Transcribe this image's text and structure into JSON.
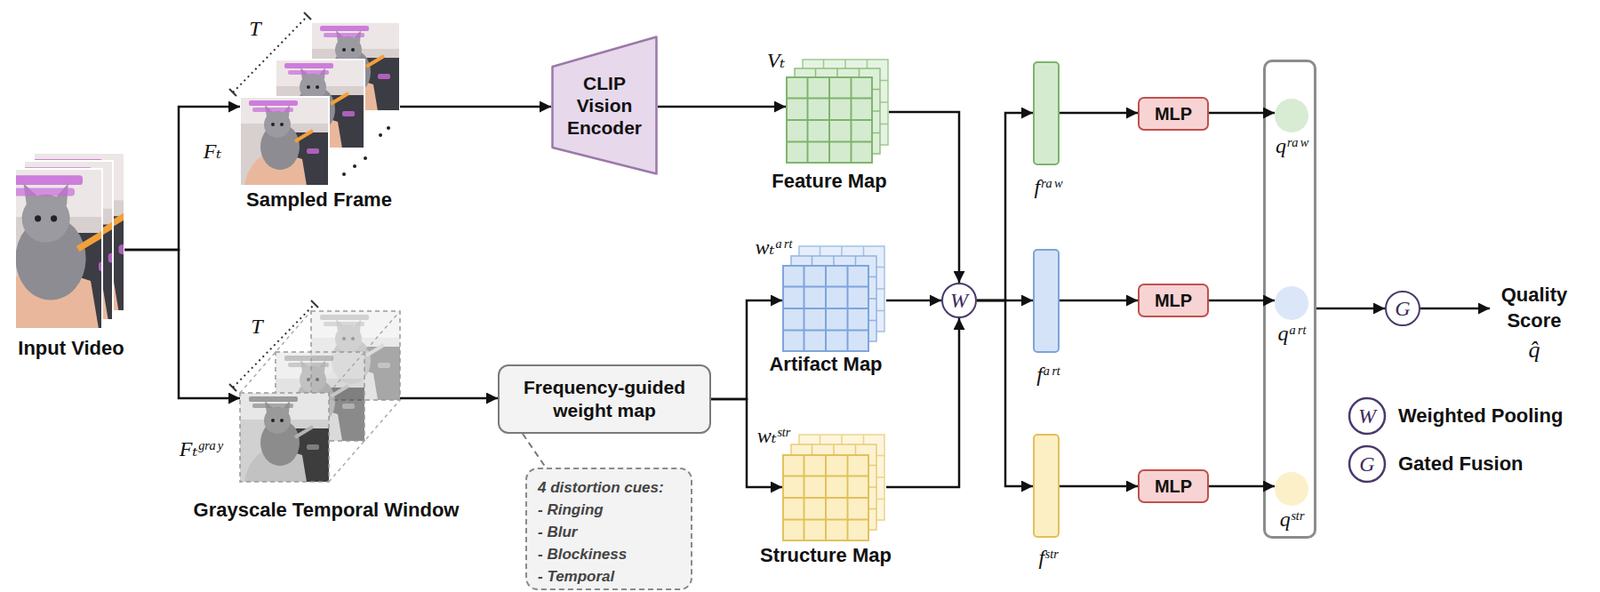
{
  "diagram": {
    "nodes": [
      {
        "text": [
          "Input Video"
        ]
      },
      {
        "text": [
          "Sampled Frame"
        ]
      },
      {
        "text": [
          "CLIP Vision Encoder"
        ]
      },
      {
        "text": [
          "Feature Map"
        ]
      },
      {
        "text": [
          "Grayscale Temporal Window"
        ]
      },
      {
        "text": [
          "Frequency-guided weight map"
        ]
      },
      {
        "text": [
          "4 distortion cues:",
          "- Ringing",
          "- Blur",
          "- Blockiness",
          "- Temporal"
        ]
      },
      {
        "text": [
          "Artifact Map"
        ]
      },
      {
        "text": [
          "Structure Map"
        ]
      },
      {
        "text": [
          "W"
        ]
      },
      {
        "text": [
          "fʳᵃʷ"
        ]
      },
      {
        "text": [
          "fᵃʳᵗ"
        ]
      },
      {
        "text": [
          "fˢᵗʳ"
        ]
      },
      {
        "text": [
          "MLP"
        ]
      },
      {
        "text": [
          "MLP"
        ]
      },
      {
        "text": [
          "MLP"
        ]
      },
      {
        "text": []
      },
      {
        "text": [
          "qʳᵃʷ"
        ],
        "in": 16
      },
      {
        "text": [
          "qᵃʳᵗ"
        ],
        "in": 16
      },
      {
        "text": [
          "qˢᵗʳ"
        ],
        "in": 16
      },
      {
        "text": [
          "G"
        ]
      },
      {
        "text": [
          "Quality Score",
          "q̂"
        ]
      }
    ],
    "edges": [
      {
        "from": 0,
        "to": 1,
        "arrow": "to"
      },
      {
        "from": 0,
        "to": 4,
        "arrow": "to"
      },
      {
        "from": 1,
        "to": 2,
        "arrow": "to"
      },
      {
        "from": 2,
        "to": 3,
        "arrow": "to"
      },
      {
        "from": 4,
        "to": 5,
        "arrow": "to"
      },
      {
        "from": 5,
        "to": 6,
        "arrow": "none"
      },
      {
        "from": 5,
        "to": 7,
        "arrow": "to"
      },
      {
        "from": 5,
        "to": 8,
        "arrow": "to"
      },
      {
        "from": 3,
        "to": 9,
        "arrow": "to"
      },
      {
        "from": 7,
        "to": 9,
        "arrow": "to"
      },
      {
        "from": 8,
        "to": 9,
        "arrow": "to"
      },
      {
        "from": 9,
        "to": 10,
        "arrow": "to"
      },
      {
        "from": 9,
        "to": 11,
        "arrow": "to"
      },
      {
        "from": 9,
        "to": 12,
        "arrow": "to"
      },
      {
        "from": 10,
        "to": 13,
        "arrow": "to"
      },
      {
        "from": 11,
        "to": 14,
        "arrow": "to"
      },
      {
        "from": 12,
        "to": 15,
        "arrow": "to"
      },
      {
        "from": 13,
        "to": 17,
        "arrow": "to"
      },
      {
        "from": 14,
        "to": 18,
        "arrow": "to"
      },
      {
        "from": 15,
        "to": 19,
        "arrow": "to"
      },
      {
        "from": 16,
        "to": 20,
        "arrow": "to"
      },
      {
        "from": 20,
        "to": 21,
        "arrow": "to"
      }
    ],
    "labels": [
      "T",
      "Fₜ",
      "T",
      "Fₜᵍʳᵃʸ",
      "Vₜ",
      "wₜᵃʳᵗ",
      "wₜˢᵗʳ",
      "W",
      "G"
    ],
    "legend": [
      {
        "text": "Weighted Pooling"
      },
      {
        "text": "Gated Fusion"
      }
    ]
  }
}
